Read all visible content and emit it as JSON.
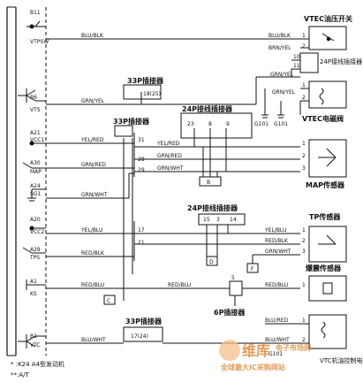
{
  "ecu": {
    "pins": [
      {
        "pin": "B11",
        "signal": "VTPSW",
        "wire": "BLU/BLK"
      },
      {
        "pin": "B6",
        "signal": "VTS",
        "wire": "GRN/YEL"
      },
      {
        "pin": "A21",
        "signal": "VCC1",
        "wire": "YEL/RED"
      },
      {
        "pin": "A30",
        "signal": "MAP",
        "wire": "GRN/RED"
      },
      {
        "pin": "A24",
        "signal": "SG1",
        "wire": "GRN/WHT"
      },
      {
        "pin": "A20",
        "signal": "VCC2",
        "wire": "YEL/BLU"
      },
      {
        "pin": "A29",
        "signal": "TPS",
        "wire": "RED/BLK"
      },
      {
        "pin": "A1",
        "signal": "KS",
        "wire": "RED/BLU"
      },
      {
        "pin": "B1",
        "signal": "VTC",
        "wire": "BLU/WHT"
      }
    ]
  },
  "connectors": {
    "c33p_top": {
      "title": "33P插接器",
      "pins": "18(25)"
    },
    "c33p_mid": {
      "title": "33P插接器",
      "pins": [
        "31",
        "28",
        "29",
        "17",
        "21"
      ]
    },
    "c24p_top": {
      "title": "24P接线插接器",
      "pins": [
        "23",
        "8",
        "9"
      ]
    },
    "c24p_mid": {
      "title": "24P接线插接器",
      "pins": [
        "15",
        "3",
        "14"
      ]
    },
    "c24p_right": {
      "title": "24P接线插接器",
      "pins": [
        "10",
        "11"
      ]
    },
    "c6p": {
      "title": "6P插接器",
      "pins": [
        "5"
      ]
    },
    "c33p_bottom": {
      "title": "33P插接器",
      "pins": "17(24)"
    }
  },
  "components": {
    "vtec_pressure_switch": {
      "title": "VTEC油压开关",
      "wires": [
        "BLU/BLK",
        "BRN/YEL"
      ]
    },
    "vtec_solenoid": {
      "title": "VTEC电磁阀",
      "wires": [
        "GRN/YEL"
      ]
    },
    "map_sensor": {
      "title": "MAP传感器",
      "wires": [
        "YEL/RED",
        "GRN/RED",
        "GRN/WHT"
      ]
    },
    "tp_sensor": {
      "title": "TP传感器",
      "wires": [
        "YEL/BLU",
        "RED/BLK",
        "GRN/WHT"
      ]
    },
    "knock_sensor": {
      "title": "爆震传感器",
      "wires": [
        "RED/BLU"
      ]
    },
    "vtc_solenoid": {
      "title": "VTC机油控制电磁阀",
      "wires": [
        "BLU/RED",
        "BLU/WHT"
      ]
    }
  },
  "right_wires": {
    "brn_yel": "BRN/YEL",
    "grn_yel": "GRN/YEL",
    "grn_yel2": "GRN/YEL",
    "yel_red": "YEL/RED",
    "grn_red": "GRN/RED",
    "grn_wht": "GRN/WHT",
    "yel_blu": "YEL/BLU",
    "red_blk": "RED/BLK",
    "grn_wht2": "GRN/WHT",
    "red_blu": "RED/BLU",
    "red_blu2": "RED/BLU",
    "blu_red": "BLU/RED",
    "blu_wht": "BLU/WHT"
  },
  "grounds": [
    "G101",
    "G101",
    "G101"
  ],
  "junction_labels": [
    "B",
    "D",
    "F",
    "C"
  ],
  "pin_numbers": {
    "vtec_sw": [
      "1",
      "2"
    ],
    "vtec_sol": [
      "1",
      "2"
    ],
    "map": [
      "1",
      "2",
      "3"
    ],
    "tp": [
      "1",
      "2",
      "3"
    ],
    "knock": [
      "1"
    ],
    "vtc": [
      "1",
      "2"
    ]
  },
  "footnotes": [
    "*  :K24 A4型发动机",
    "**:A/T"
  ],
  "watermark": {
    "text": "维库",
    "sub": "电子市场网",
    "url": "全球最大IC采购网站"
  }
}
